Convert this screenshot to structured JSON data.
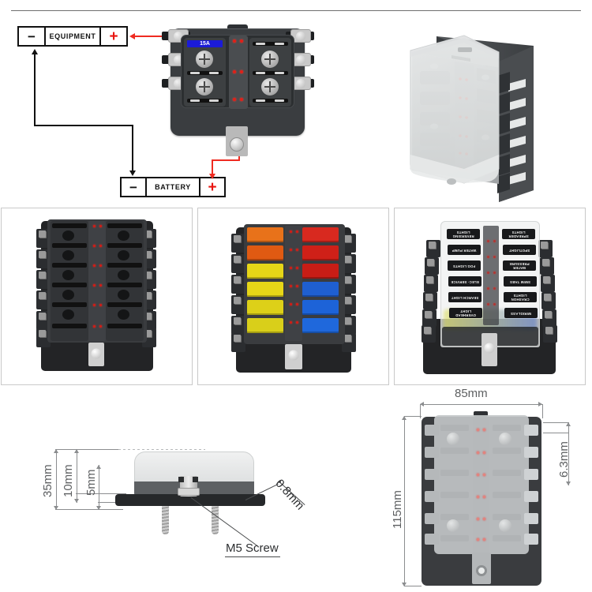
{
  "page": {
    "title": "12-Way Blade Fuse Block Product Sheet",
    "background": "#ffffff",
    "accent_red": "#ef2b21",
    "accent_blue": "#1b1bd8",
    "dim_color": "#5d5f61"
  },
  "wiring_diagram": {
    "equipment_box": {
      "negative": "−",
      "label": "EQUIPMENT",
      "positive": "+"
    },
    "battery_box": {
      "negative": "−",
      "label": "BATTERY",
      "positive": "+"
    },
    "fuse_rating_label": "15A",
    "led_count": 6,
    "screw_terminal_count": 4,
    "side_terminal_count": 6
  },
  "render_3d": {
    "caption": "",
    "parts": [
      "transparent-cover",
      "fuse-block-body",
      "mounting-bracket"
    ],
    "bracket_slot_count": 6
  },
  "photos": [
    {
      "name": "empty-fuse-block",
      "rows": 6,
      "columns": 2,
      "fuses": [],
      "has_cover": false,
      "has_labels": false
    },
    {
      "name": "fuse-block-with-fuses",
      "rows": 6,
      "columns": 2,
      "fuses_left": [
        "#e8721a",
        "#e05a12",
        "#e6d617",
        "#e6d617",
        "#ddd018",
        "#d9cf1a"
      ],
      "fuses_right": [
        "#d8291f",
        "#cf2018",
        "#c81d16",
        "#1f5fd0",
        "#1d63d8",
        "#1f68dc"
      ],
      "has_cover": false,
      "has_labels": false
    },
    {
      "name": "fuse-block-with-cover-and-labels",
      "rows": 6,
      "columns": 2,
      "has_cover": true,
      "has_labels": true,
      "labels_left": [
        "REVERSING LIGHTS",
        "WATER PUMP",
        "FOG LIGHTS",
        "ELEC- SERVICE",
        "SEARCH LIGHT",
        "OVERHEAD LIGHT"
      ],
      "labels_right": [
        "SPREADER LIGHTS",
        "SPOTLIGHT",
        "WATER PRESSURE",
        "SWIM TABS",
        "CRASHON LIGHTS",
        "WIRIGLASS"
      ]
    }
  ],
  "dimensions_side_view": {
    "height_total": "35mm",
    "height_body": "10mm",
    "height_base": "5mm",
    "plate_thickness": "0.8mm",
    "screw_callout": "M5 Screw"
  },
  "dimensions_top_view": {
    "width": "85mm",
    "height": "115mm",
    "terminal_pitch": "6.3mm"
  }
}
